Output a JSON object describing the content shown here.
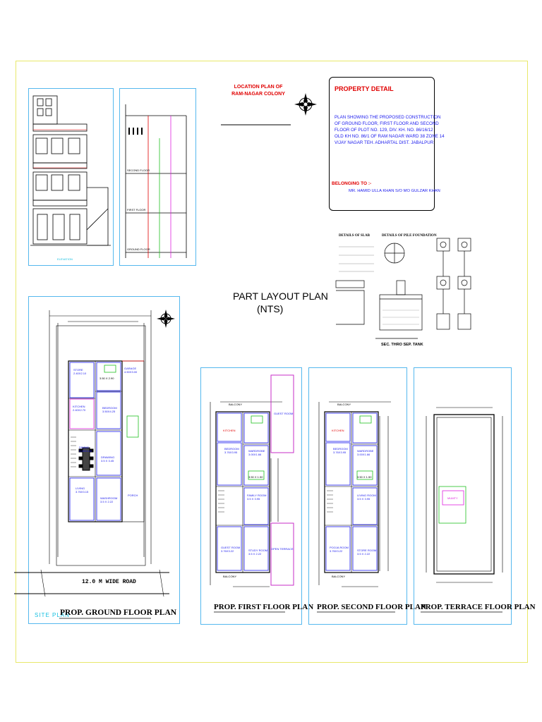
{
  "location_plan": {
    "title": "LOCATION PLAN OF RAM-NAGAR COLONY"
  },
  "property": {
    "heading": "PROPERTY DETAIL",
    "description_lines": [
      "PLAN SHOWING THE PROPOSED CONSTRUCTION",
      "OF GROUND FLOOR, FIRST FLOOR AND SECOND",
      "FLOOR OF PLOT NO. 129, DIV. KH. NO. 86/16/12",
      "OLD KH NO. 86/1 OF RAM NAGAR WARD 38 ZONE 14",
      "VIJAY NAGAR  TEH. ADHARTAL DIST. JABALPUR"
    ],
    "belonging_label": "BELONGING TO :-",
    "owner": "MR. HAMID ULLA KHAN S/O MO GULZAR KHAN"
  },
  "layout": {
    "line1": "PART LAYOUT PLAN",
    "line2": "(NTS)"
  },
  "details": {
    "slab": "DETAILS OF SLAB",
    "pile": "DETAILS OF PILE FOUNDATION",
    "tank": "SEC. THRO SEP. TANK"
  },
  "elevation": {
    "label": "ELEVATION",
    "floors": [
      "SECOND FLOOR",
      "FIRST FLOOR",
      "GROUND FLOOR"
    ]
  },
  "ground_plan": {
    "site_label": "SITE PLAN",
    "title": "PROP. GROUND FLOOR PLAN",
    "road": "12.0 M WIDE ROAD",
    "rooms": [
      {
        "name": "STORE",
        "size": "2.40X2.10"
      },
      {
        "name": "3.50 X 2.90",
        "size": ""
      },
      {
        "name": "GARAGE",
        "size": "4.50X3.00"
      },
      {
        "name": "KITCHEN",
        "size": "2.40X2.70"
      },
      {
        "name": "BEDROOM",
        "size": "3.50X4.25"
      },
      {
        "name": "DINING",
        "size": "3.00X3.40"
      },
      {
        "name": "DRAWING",
        "size": "3.5 X 3.45"
      },
      {
        "name": "LIVING",
        "size": "3.76X3.15"
      },
      {
        "name": "WASHROOM",
        "size": "3.5 X 2.22"
      },
      {
        "name": "PORCH",
        "size": ""
      }
    ]
  },
  "first_plan": {
    "title": "PROP. FIRST FLOOR PLAN",
    "rooms": [
      {
        "name": "BALCONY",
        "size": ""
      },
      {
        "name": "GUEST ROOM",
        "size": ""
      },
      {
        "name": "KITCHEN",
        "size": ""
      },
      {
        "name": "BEDROOM",
        "size": "3.76X3.95"
      },
      {
        "name": "WARDROBE",
        "size": "3.00X1.66"
      },
      {
        "name": "3.50 X 1.50",
        "size": ""
      },
      {
        "name": "FAMILY ROOM",
        "size": "3.5 X 3.95"
      },
      {
        "name": "GUEST ROOM",
        "size": "3.76X3.22"
      },
      {
        "name": "STUDY ROOM",
        "size": "3.5 X 2.22"
      },
      {
        "name": "OPEN TERRACE",
        "size": ""
      },
      {
        "name": "BALCONY",
        "size": ""
      }
    ]
  },
  "second_plan": {
    "title": "PROP. SECOND FLOOR PLAN",
    "rooms": [
      {
        "name": "BALCONY",
        "size": ""
      },
      {
        "name": "KITCHEN",
        "size": ""
      },
      {
        "name": "BEDROOM",
        "size": "3.76X3.95"
      },
      {
        "name": "WARDROBE",
        "size": "3.00X1.66"
      },
      {
        "name": "3.50 X 1.50",
        "size": ""
      },
      {
        "name": "LIVING ROOM",
        "size": "3.5 X 3.95"
      },
      {
        "name": "POOJA ROOM",
        "size": "3.76X3.22"
      },
      {
        "name": "STORE ROOM",
        "size": "3.5 X 2.22"
      },
      {
        "name": "BALCONY",
        "size": ""
      }
    ]
  },
  "terrace_plan": {
    "title": "PROP. TERRACE FLOOR PLAN",
    "room": "MUMTY"
  },
  "colors": {
    "frame": "#55b8ee",
    "red": "#e00000",
    "blue": "#1a1aee",
    "cyan": "#18c0e0",
    "magenta": "#e020e0",
    "green": "#20c020"
  }
}
